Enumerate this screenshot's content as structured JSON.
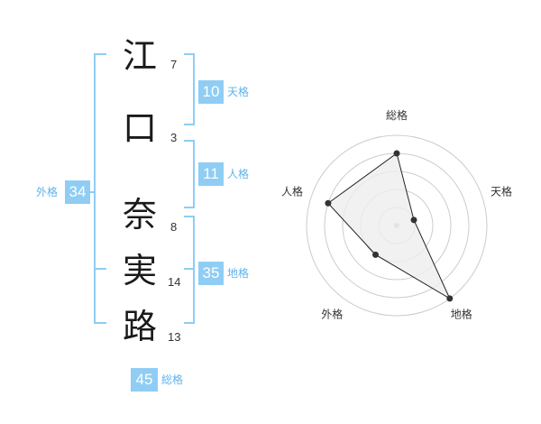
{
  "name": {
    "characters": [
      {
        "char": "江",
        "strokes": "7"
      },
      {
        "char": "口",
        "strokes": "3"
      },
      {
        "char": "奈",
        "strokes": "8"
      },
      {
        "char": "実",
        "strokes": "14"
      },
      {
        "char": "路",
        "strokes": "13"
      }
    ]
  },
  "kaku": {
    "tenkaku": {
      "value": "10",
      "label": "天格"
    },
    "jinkaku": {
      "value": "11",
      "label": "人格"
    },
    "chikaku": {
      "value": "35",
      "label": "地格"
    },
    "gaikaku": {
      "value": "34",
      "label": "外格"
    },
    "soukaku": {
      "value": "45",
      "label": "総格"
    }
  },
  "chart_data": {
    "type": "radar",
    "axes": [
      "総格",
      "天格",
      "地格",
      "外格",
      "人格"
    ],
    "levels": 5,
    "max": 5,
    "values": [
      4,
      1,
      5,
      2,
      4
    ],
    "grid": true,
    "colors": {
      "fill": "#eeeeee",
      "line": "#222222",
      "grid": "#cccccc",
      "point": "#333333",
      "center": "#bbbbbb"
    }
  }
}
